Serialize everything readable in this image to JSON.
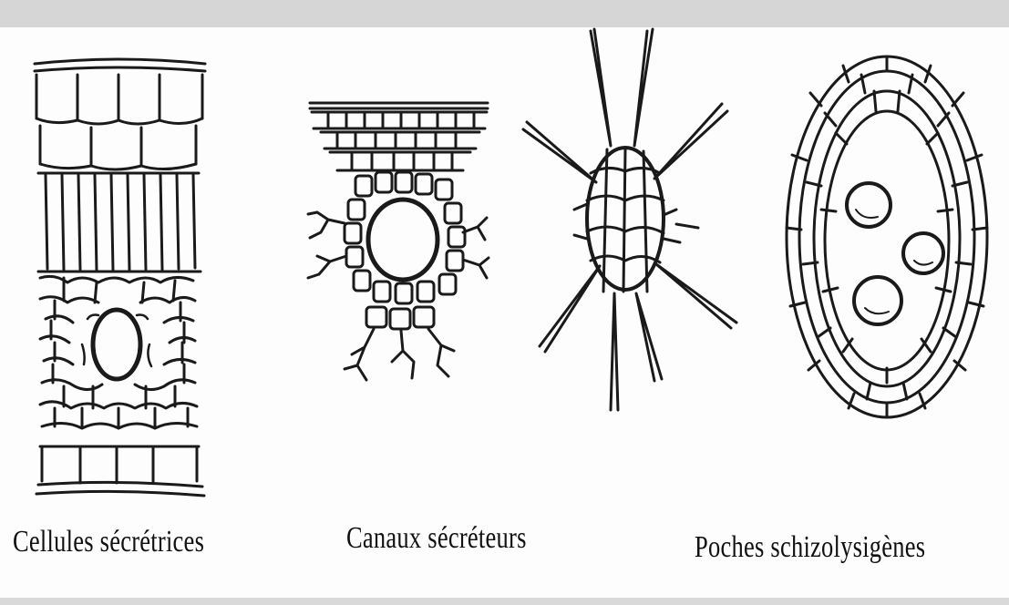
{
  "figure": {
    "captions": {
      "cells": "Cellules sécrétrices",
      "canals": "Canaux sécréteurs",
      "pockets": "Poches schizolysigènes"
    }
  }
}
